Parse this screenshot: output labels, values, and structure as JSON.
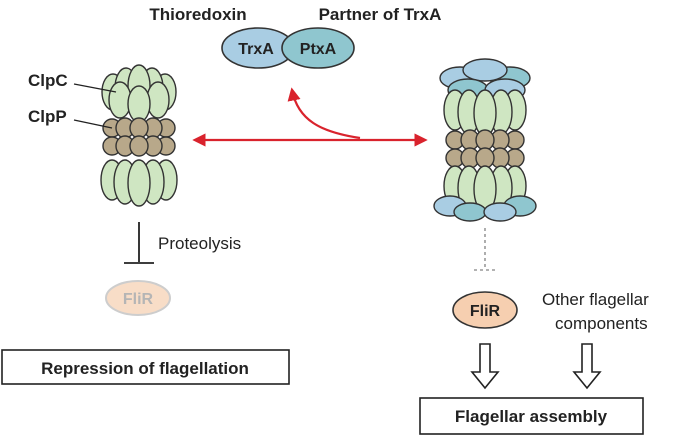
{
  "labels": {
    "thioredoxin": "Thioredoxin",
    "partner": "Partner of TrxA",
    "trxa": "TrxA",
    "ptxa": "PtxA",
    "clpc": "ClpC",
    "clpp": "ClpP",
    "proteolysis": "Proteolysis",
    "flir_left": "FliR",
    "flir_right": "FliR",
    "other_components_line1": "Other flagellar",
    "other_components_line2": "components",
    "repression": "Repression of flagellation",
    "assembly": "Flagellar assembly"
  },
  "colors": {
    "clpc_green": "#cfe6c2",
    "clpp_brown": "#b8a88a",
    "trx_blue": "#a9cde3",
    "ptx_teal": "#8fc6cf",
    "flir_orange": "#f6cfb0",
    "arrow_red": "#d9232d",
    "outline": "#333333"
  }
}
